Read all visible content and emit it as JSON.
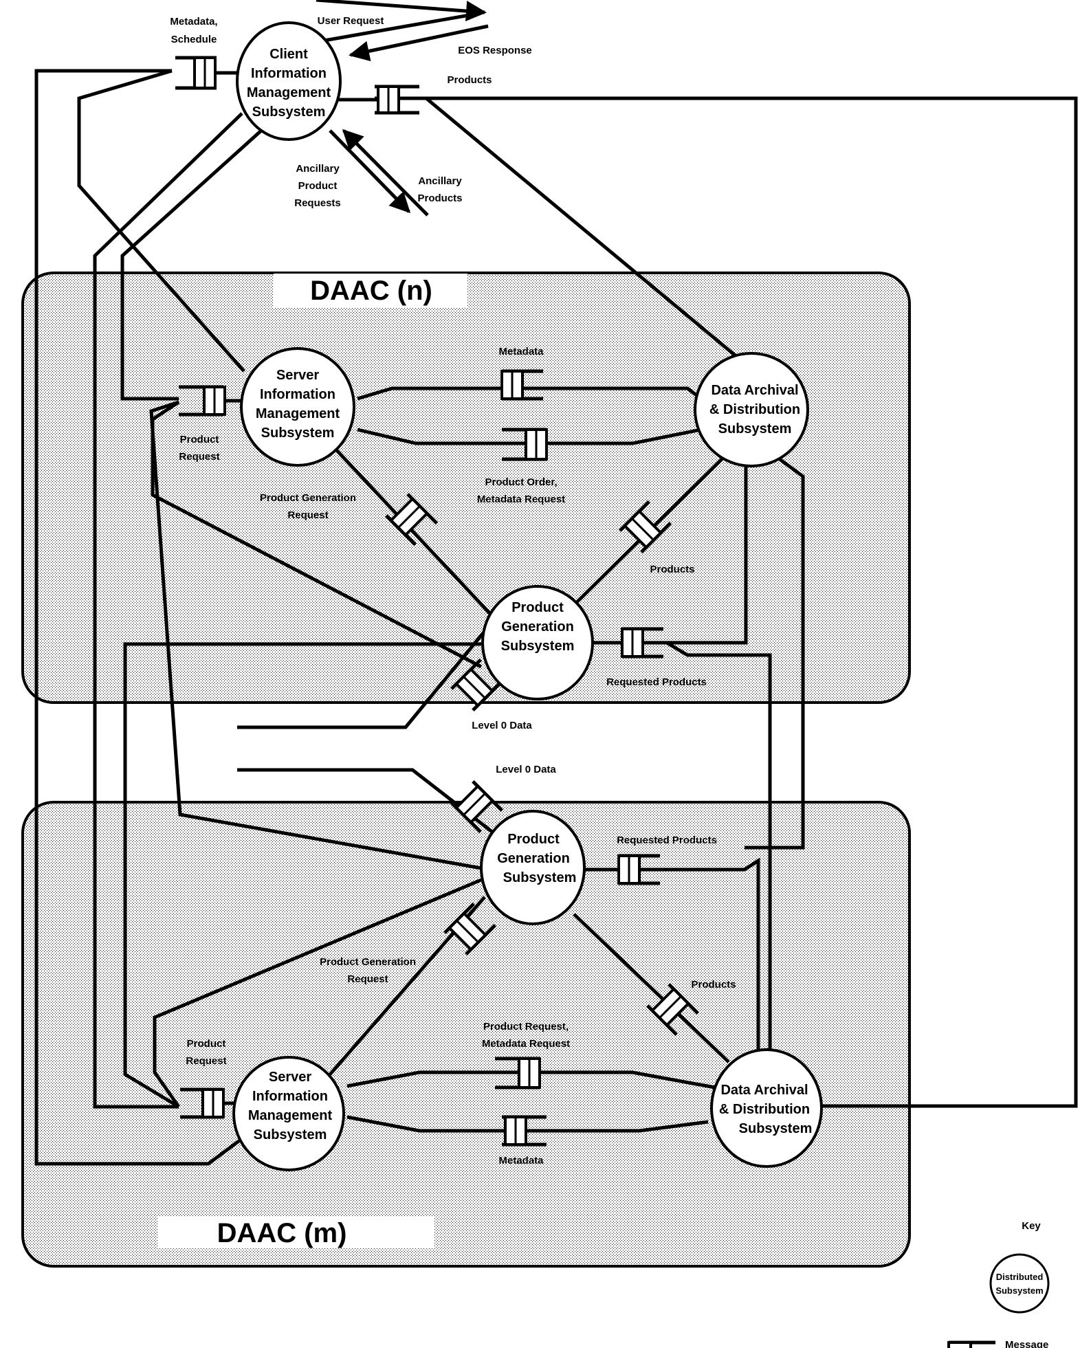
{
  "diagram": {
    "daac_n": {
      "title": "DAAC  (n)"
    },
    "daac_m": {
      "title": "DAAC  (m)"
    },
    "nodes": {
      "client_ims": [
        "Client",
        "Information",
        "Management",
        "Subsystem"
      ],
      "n_server_ims": [
        "Server",
        "Information",
        "Management",
        "Subsystem"
      ],
      "n_dads": [
        "Data Archival",
        "& Distribution",
        "Subsystem"
      ],
      "n_pgs": [
        "Product",
        "Generation",
        "Subsystem"
      ],
      "m_pgs": [
        "Product",
        "Generation",
        "Subsystem"
      ],
      "m_server_ims": [
        "Server",
        "Information",
        "Management",
        "Subsystem"
      ],
      "m_dads": [
        "Data Archival",
        "& Distribution",
        "Subsystem"
      ]
    },
    "labels": {
      "metadata_schedule": [
        "Metadata,",
        "Schedule"
      ],
      "user_request": "User Request",
      "eos_response": "EOS Response",
      "products_top": "Products",
      "ancillary_product_requests": [
        "Ancillary",
        "Product",
        "Requests"
      ],
      "ancillary_products": [
        "Ancillary",
        "Products"
      ],
      "n_metadata": "Metadata",
      "n_product_request": [
        "Product",
        "Request"
      ],
      "n_product_order": [
        "Product Order,",
        "Metadata  Request"
      ],
      "n_product_generation_request": [
        "Product Generation",
        "Request"
      ],
      "n_products": "Products",
      "n_requested_products": "Requested  Products",
      "level0_a": "Level 0  Data",
      "level0_b": "Level 0  Data",
      "m_requested_products": "Requested  Products",
      "m_product_generation_request": [
        "Product Generation",
        "Request"
      ],
      "m_products": "Products",
      "m_product_request": [
        "Product",
        "Request"
      ],
      "m_product_request_metadata": [
        "Product Request,",
        "Metadata  Request"
      ],
      "m_metadata": "Metadata"
    },
    "key": {
      "title": "Key",
      "node": [
        "Distributed",
        "Subsystem"
      ],
      "queue": "Message"
    }
  }
}
